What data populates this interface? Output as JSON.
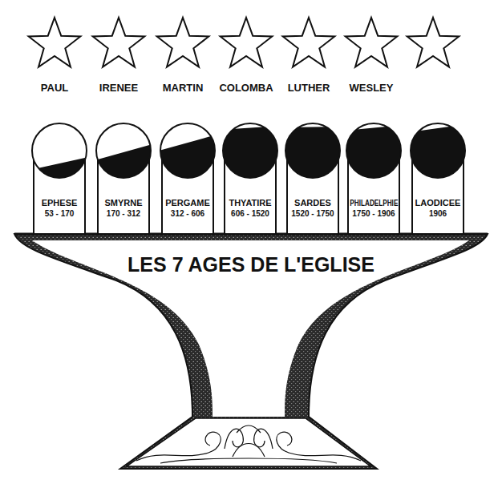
{
  "diagram": {
    "title": "LES 7 AGES DE L'EGLISE",
    "nodes": [
      {
        "text": [
          "PAUL"
        ]
      },
      {
        "text": [
          "IRENEE"
        ]
      },
      {
        "text": [
          "MARTIN"
        ]
      },
      {
        "text": [
          "COLOMBA"
        ]
      },
      {
        "text": [
          "LUTHER"
        ]
      },
      {
        "text": [
          "WESLEY"
        ]
      },
      {
        "text": [
          "EPHESE",
          "53 - 170"
        ]
      },
      {
        "text": [
          "SMYRNE",
          "170 - 312"
        ]
      },
      {
        "text": [
          "PERGAME",
          "312 - 606"
        ]
      },
      {
        "text": [
          "THYATIRE",
          "606 - 1520"
        ]
      },
      {
        "text": [
          "SARDES",
          "1520 - 1750"
        ]
      },
      {
        "text": [
          "PHILADELPHIE",
          "1750 - 1906"
        ]
      },
      {
        "text": [
          "LAODICEE",
          "1906"
        ]
      }
    ]
  }
}
